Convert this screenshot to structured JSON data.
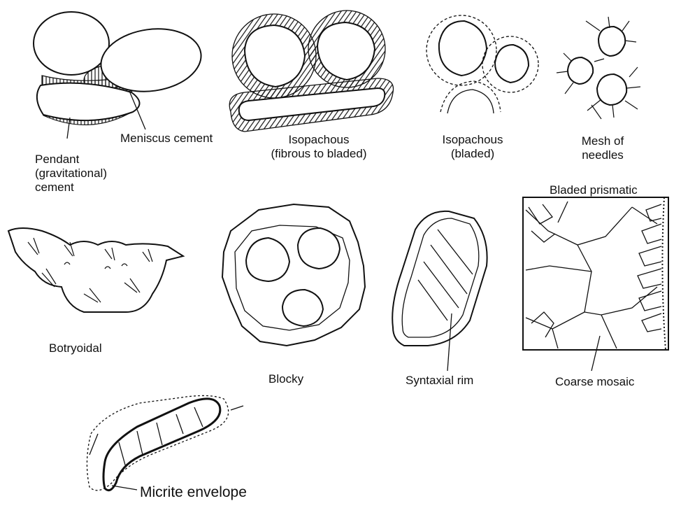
{
  "labels": {
    "meniscus": "Meniscus cement",
    "pendant_1": "Pendant",
    "pendant_2": "(gravitational)",
    "pendant_3": "cement",
    "iso_fib_1": "Isopachous",
    "iso_fib_2": "(fibrous to bladed)",
    "iso_bl_1": "Isopachous",
    "iso_bl_2": "(bladed)",
    "mesh_1": "Mesh of",
    "mesh_2": "needles",
    "bladed_prismatic": "Bladed prismatic",
    "botryoidal": "Botryoidal",
    "blocky": "Blocky",
    "syntaxial": "Syntaxial rim",
    "coarse": "Coarse mosaic",
    "micrite": "Micrite envelope"
  }
}
